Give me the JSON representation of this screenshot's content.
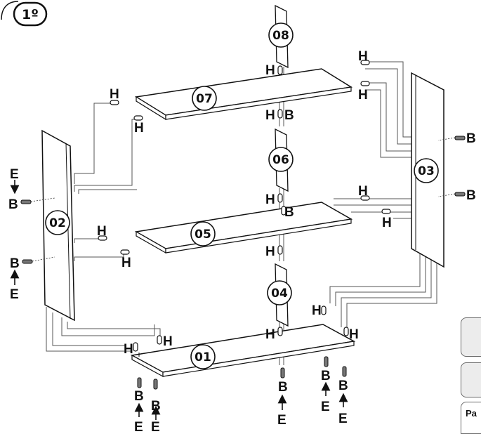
{
  "step": {
    "label": "1º"
  },
  "parts": {
    "p01": "01",
    "p02": "02",
    "p03": "03",
    "p04": "04",
    "p05": "05",
    "p06": "06",
    "p07": "07",
    "p08": "08"
  },
  "hardware": {
    "h": "H",
    "b": "B",
    "e": "E"
  },
  "side_tab": {
    "label": "Pa"
  },
  "colors": {
    "line": "#1a1a1a",
    "panel": "#ffffff",
    "card": "#ececec"
  }
}
